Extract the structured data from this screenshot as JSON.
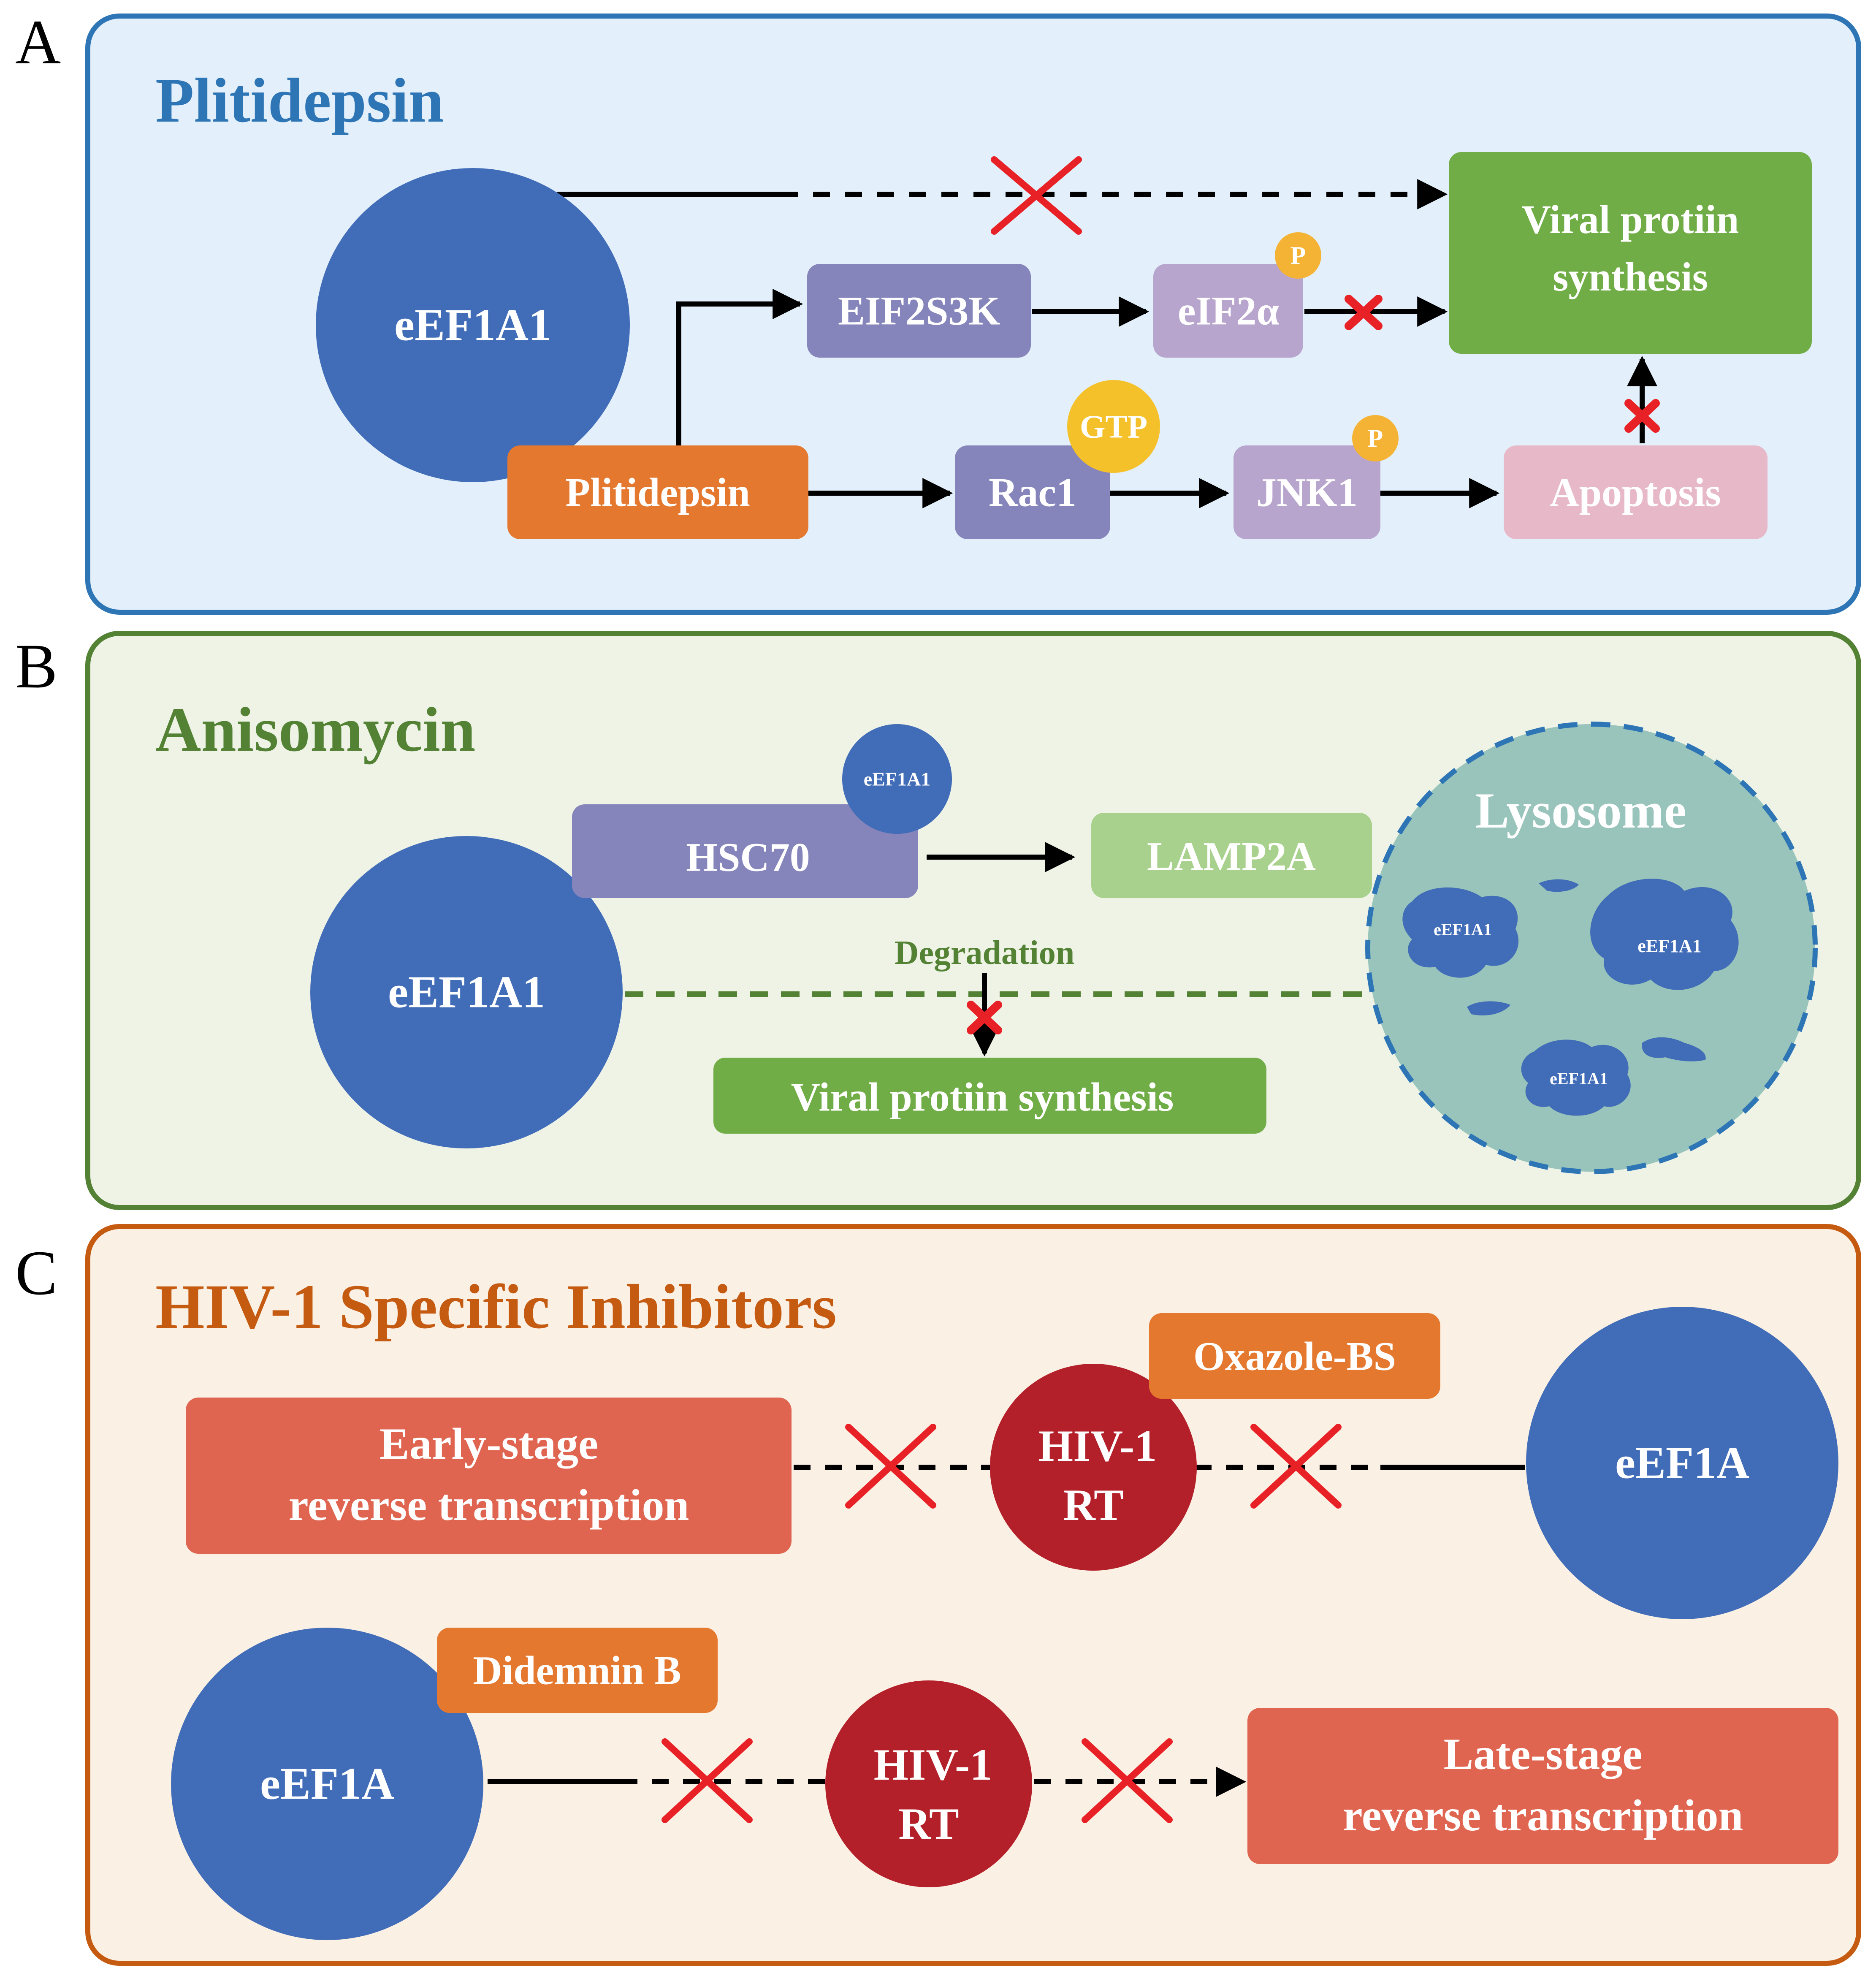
{
  "panel_a": {
    "letter": "A",
    "title": "Plitidepsin",
    "colors": {
      "frame": "#2e75b6",
      "fill": "#e3f0fb",
      "title": "#2e75b6"
    },
    "eef1a1": "eEF1A1",
    "viral_synthesis_line1": "Viral protiin",
    "viral_synthesis_line2": "synthesis",
    "eif2s3k": "EIF2S3K",
    "eif2a": "eIF2α",
    "plitidepsin": "Plitidepsin",
    "rac1": "Rac1",
    "jnk1": "JNK1",
    "apoptosis": "Apoptosis",
    "gtp": "GTP",
    "phospho_label": "P"
  },
  "panel_b": {
    "letter": "B",
    "title": "Anisomycin",
    "colors": {
      "frame": "#548235",
      "fill": "#eef3e6",
      "title": "#548235"
    },
    "eef1a1": "eEF1A1",
    "eef1a1_small": "eEF1A1",
    "hsc70": "HSC70",
    "lamp2a": "LAMP2A",
    "lysosome": "Lysosome",
    "degradation": "Degradation",
    "viral_synthesis": "Viral protiin synthesis",
    "lysosome_eef1a1_1": "eEF1A1",
    "lysosome_eef1a1_2": "eEF1A1",
    "lysosome_eef1a1_3": "eEF1A1"
  },
  "panel_c": {
    "letter": "C",
    "title": "HIV-1 Specific Inhibitors",
    "colors": {
      "frame": "#c55a11",
      "fill": "#fbf0e4",
      "title": "#c55a11"
    },
    "early_line1": "Early-stage",
    "early_line2": "reverse transcription",
    "rt_top_line1": "HIV-1",
    "rt_top_line2": "RT",
    "oxazole": "Oxazole-BS",
    "eef1a_top": "eEF1A",
    "eef1a_bottom": "eEF1A",
    "didemnin": "Didemnin B",
    "rt_bottom_line1": "HIV-1",
    "rt_bottom_line2": "RT",
    "late_line1": "Late-stage",
    "late_line2": "reverse transcription"
  },
  "colors": {
    "eef1a_blue": "#416cb7",
    "green_box": "#70ad47",
    "orange_box": "#e5782f",
    "purple_dark": "#8585bb",
    "purple_light": "#b8a5cd",
    "pink": "#e7b9c8",
    "light_green": "#a9d18e",
    "phospho_yellow": "#f5b335",
    "gtp_yellow": "#f4c12b",
    "lysosome_teal": "#98c4bb",
    "hiv_red": "#b3202a",
    "salmon": "#e06550",
    "cross_red": "#e82127",
    "degradation_green": "#548235"
  }
}
